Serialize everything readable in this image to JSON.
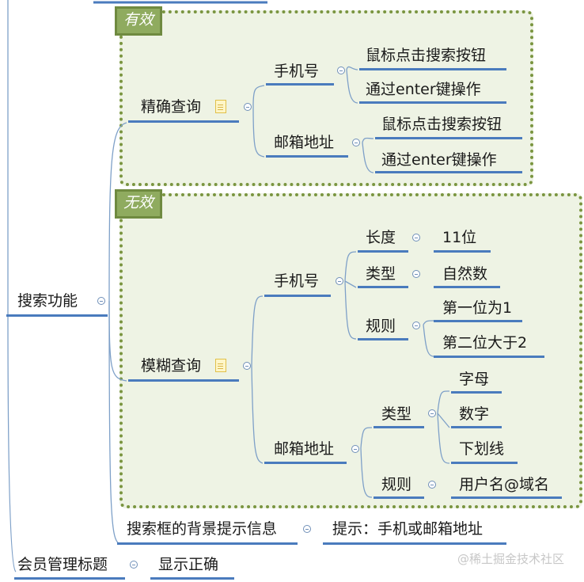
{
  "groups": {
    "valid": "有效",
    "invalid": "无效"
  },
  "root": {
    "search_function": "搜索功能",
    "member_title": "会员管理标题"
  },
  "exact": {
    "label": "精确查询",
    "phone": "手机号",
    "phone_click": "鼠标点击搜索按钮",
    "phone_enter": "通过enter键操作",
    "email": "邮箱地址",
    "email_click": "鼠标点击搜索按钮",
    "email_enter": "通过enter键操作"
  },
  "fuzzy": {
    "label": "模糊查询",
    "phone": "手机号",
    "length": "长度",
    "length_value": "11位",
    "type": "类型",
    "type_value": "自然数",
    "rule": "规则",
    "rule_1": "第一位为1",
    "rule_2": "第二位大于2",
    "email": "邮箱地址",
    "email_type": "类型",
    "letters": "字母",
    "digits": "数字",
    "underscore": "下划线",
    "email_rule": "规则",
    "email_rule_value": "用户名@域名"
  },
  "placeholder": {
    "label": "搜索框的背景提示信息",
    "hint": "提示：手机或邮箱地址"
  },
  "member": {
    "value": "显示正确"
  },
  "watermark": "@稀土掘金技术社区"
}
